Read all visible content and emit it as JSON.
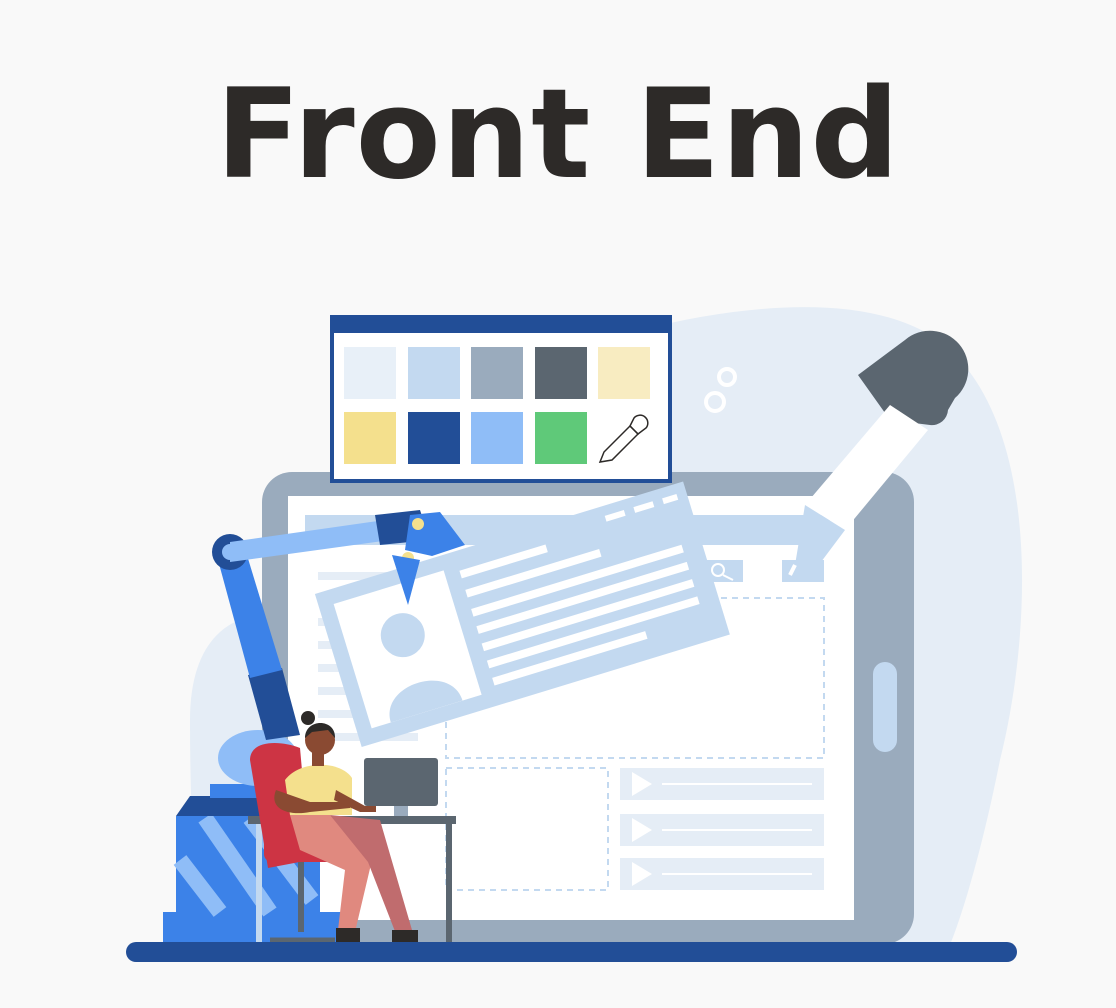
{
  "title": "Front End",
  "colors": {
    "background": "#f9f9f9",
    "title": "#2d2a28",
    "palette_swatches": [
      "#e8f0f8",
      "#c3d9f0",
      "#9aabbd",
      "#5b6670",
      "#f8ecc1",
      "#f4e08d",
      "#224e97",
      "#8fbdf7",
      "#5fc979"
    ],
    "tablet_frame": "#9aabbd",
    "blob": "#e5edf6",
    "accent_blue": "#224e97",
    "robot_blue": "#3c82e8"
  },
  "icons": [
    "gear-icon",
    "search-icon",
    "play-icon",
    "eyedropper-icon",
    "user-avatar-icon",
    "robot-arm",
    "person-at-desk",
    "monitor-icon"
  ]
}
